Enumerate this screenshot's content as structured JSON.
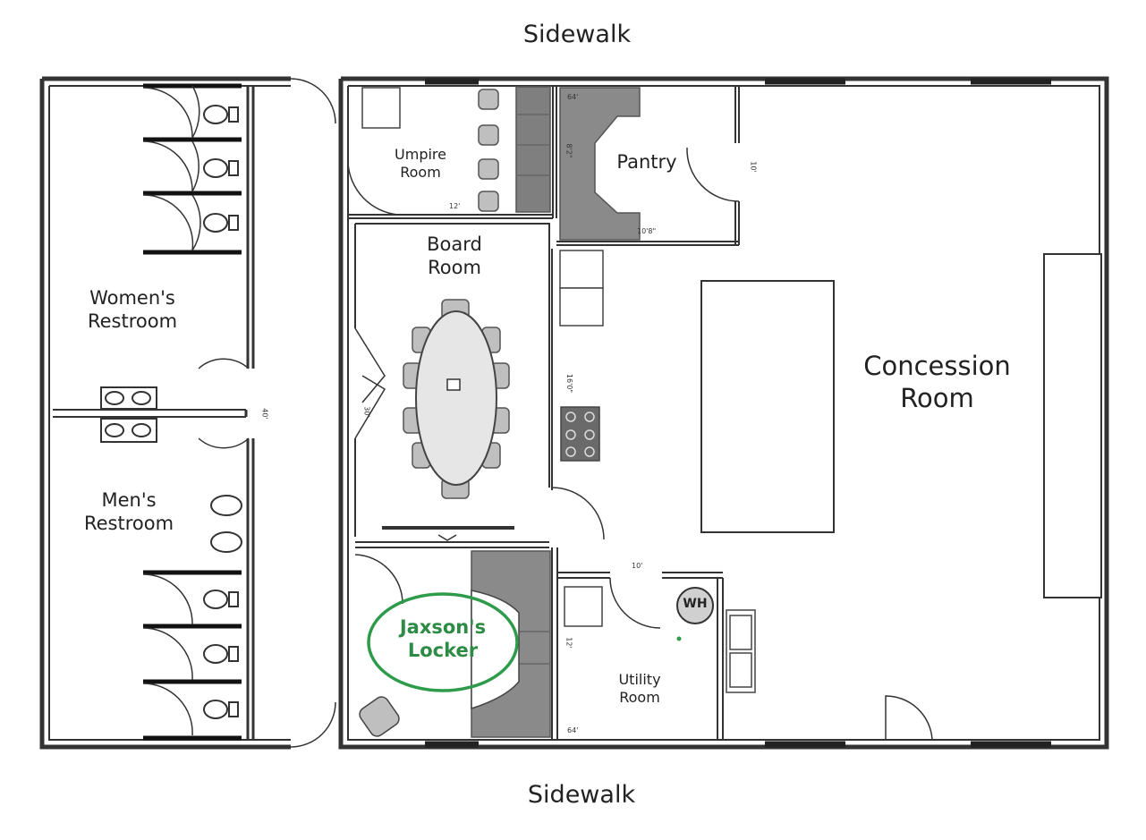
{
  "sidewalk": {
    "top": "Sidewalk",
    "bottom": "Sidewalk"
  },
  "rooms": {
    "womens_restroom": "Women's\nRestroom",
    "mens_restroom": "Men's\nRestroom",
    "umpire_room": "Umpire\nRoom",
    "pantry": "Pantry",
    "board_room": "Board\nRoom",
    "concession_room": "Concession\nRoom",
    "utility_room": "Utility\nRoom"
  },
  "highlight": {
    "label": "Jaxson's\nLocker",
    "color": "#2e9b4a"
  },
  "fixtures": {
    "water_heater": "WH"
  },
  "dimensions": {
    "pantry_top": "64'",
    "pantry_side": "8'2\"",
    "pantry_bottom": "10'8\"",
    "umpire": "12'",
    "pantry_door": "10'",
    "kitchen_side": "16'0\"",
    "restroom_side": "40'",
    "board_side": "30'",
    "utility_top": "10'",
    "utility_side": "12'",
    "utility_bottom": "64'"
  },
  "colors": {
    "wall": "#333333",
    "counter": "#8a8a8a",
    "chair": "#bfbfbf"
  }
}
